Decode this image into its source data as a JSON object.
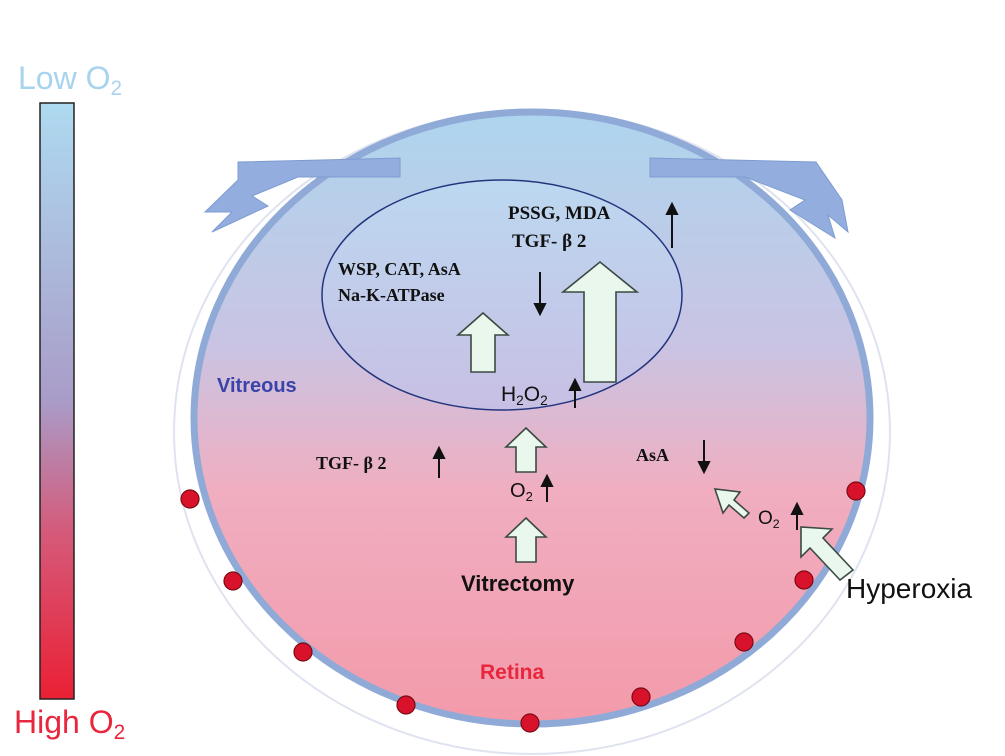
{
  "scale": {
    "low_label": "Low O",
    "high_label": "High O",
    "subscript": "2",
    "low_color": "#a8d3ee",
    "high_color": "#e8263e"
  },
  "regions": {
    "vitreous": "Vitreous",
    "retina": "Retina"
  },
  "lens": {
    "line1": "PSSG, MDA",
    "line2": "TGF- β 2",
    "line3": "WSP, CAT, AsA",
    "line4": "Na-K-ATPase"
  },
  "mediators": {
    "h2o2_prefix": "H",
    "h2o2_mid": "O",
    "h2o2_sub": "2",
    "tgf_left": "TGF- β 2",
    "asa_right": "AsA",
    "o2_prefix": "O",
    "o2_sub": "2"
  },
  "causes": {
    "vitrectomy": "Vitrectomy",
    "hyperoxia": "Hyperoxia"
  },
  "colors": {
    "eye_top": "#aed5ee",
    "eye_bottom": "#f3a4b2",
    "outline": "#90aad8",
    "vessel": "#d9122c",
    "arrow_fill": "#eaf7ec",
    "arrow_stroke": "#3c4a44",
    "lens_outline": "#24357e",
    "vitreous_text": "#3a44a8",
    "retina_text": "#e8263e"
  }
}
